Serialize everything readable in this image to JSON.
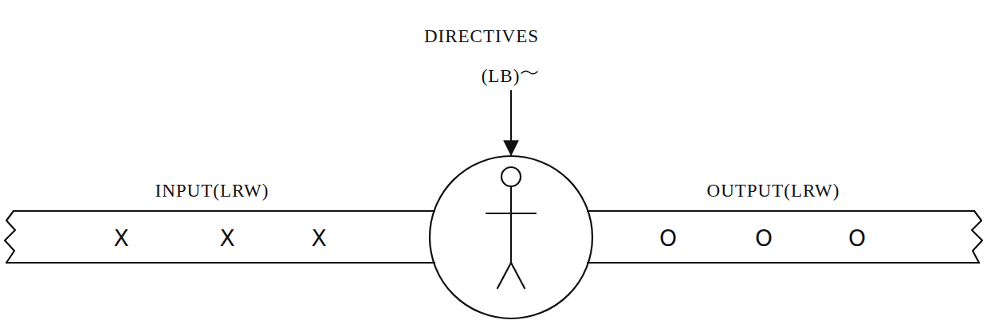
{
  "diagram": {
    "labels": [
      "DIRECTIVES",
      "(LB)",
      "INPUT(LRW)",
      "OUTPUT(LRW)",
      "X",
      "X",
      "X",
      "O",
      "O",
      "O"
    ]
  }
}
